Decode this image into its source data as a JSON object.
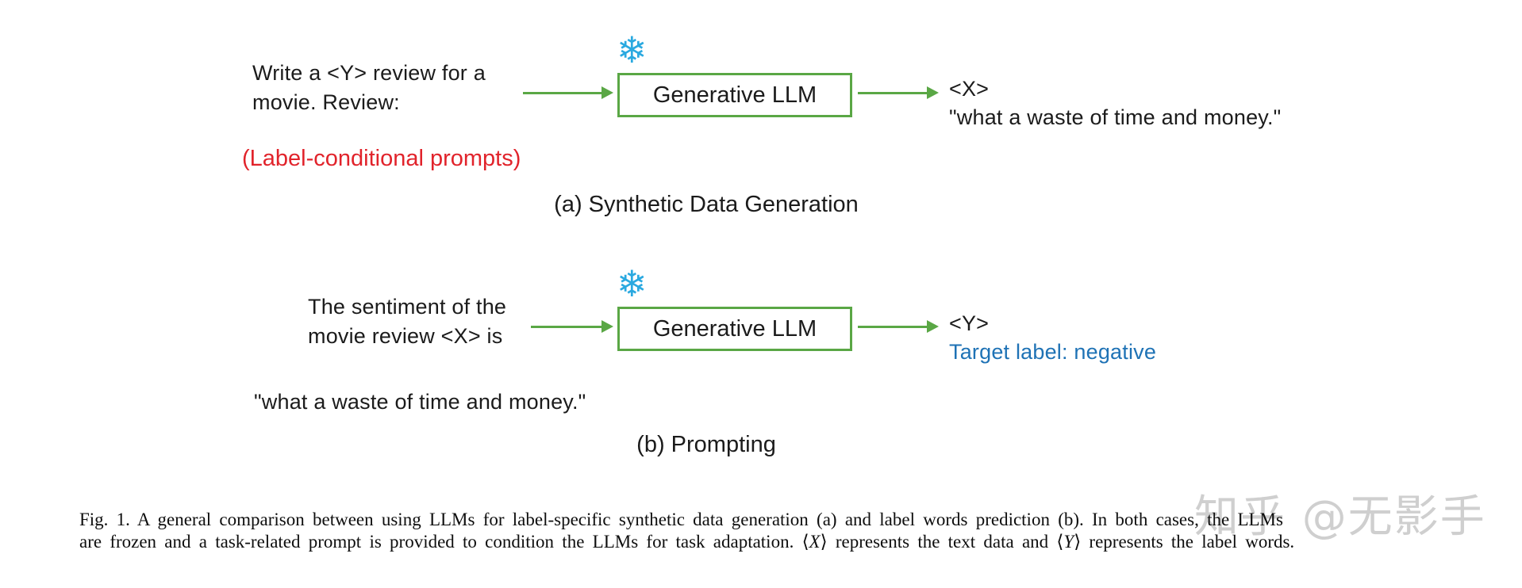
{
  "colors": {
    "arrow_box_green": "#5aa745",
    "snowflake_blue": "#2aa9e0",
    "note_red": "#e1232b",
    "target_label_blue": "#1e72b5",
    "diagram_text": "#1b1b1b",
    "caption_text": "#0e0e0e",
    "watermark_gray": "#c7c7c7",
    "background": "#ffffff"
  },
  "icons": {
    "snowflake_glyph": "❄"
  },
  "diagram_a": {
    "input_line1": "Write a <Y> review for a",
    "input_line2": "movie. Review:",
    "input_note": "(Label-conditional prompts)",
    "box_label": "Generative LLM",
    "output_tag": "<X>",
    "output_text": "\"what a waste of time and money.\"",
    "caption": "(a) Synthetic Data Generation"
  },
  "diagram_b": {
    "input_line1": "The sentiment of the",
    "input_line2": "movie review <X> is",
    "input_quote": "\"what a waste of time and money.\"",
    "box_label": "Generative LLM",
    "output_tag": "<Y>",
    "output_label": "Target label: negative",
    "caption": "(b) Prompting"
  },
  "figure_caption": {
    "line1": "Fig. 1.   A general comparison between using LLMs for label-specific synthetic data generation (a) and label words prediction (b). In both cases, the LLMs",
    "line2_segments": [
      {
        "t": "are frozen and a task-related prompt is provided to condition the LLMs for task adaptation. ⟨"
      },
      {
        "t": "X",
        "i": true
      },
      {
        "t": "⟩ represents the text data and ⟨"
      },
      {
        "t": "Y",
        "i": true
      },
      {
        "t": "⟩ represents the label words."
      }
    ]
  },
  "watermark": "知乎 @无影手"
}
